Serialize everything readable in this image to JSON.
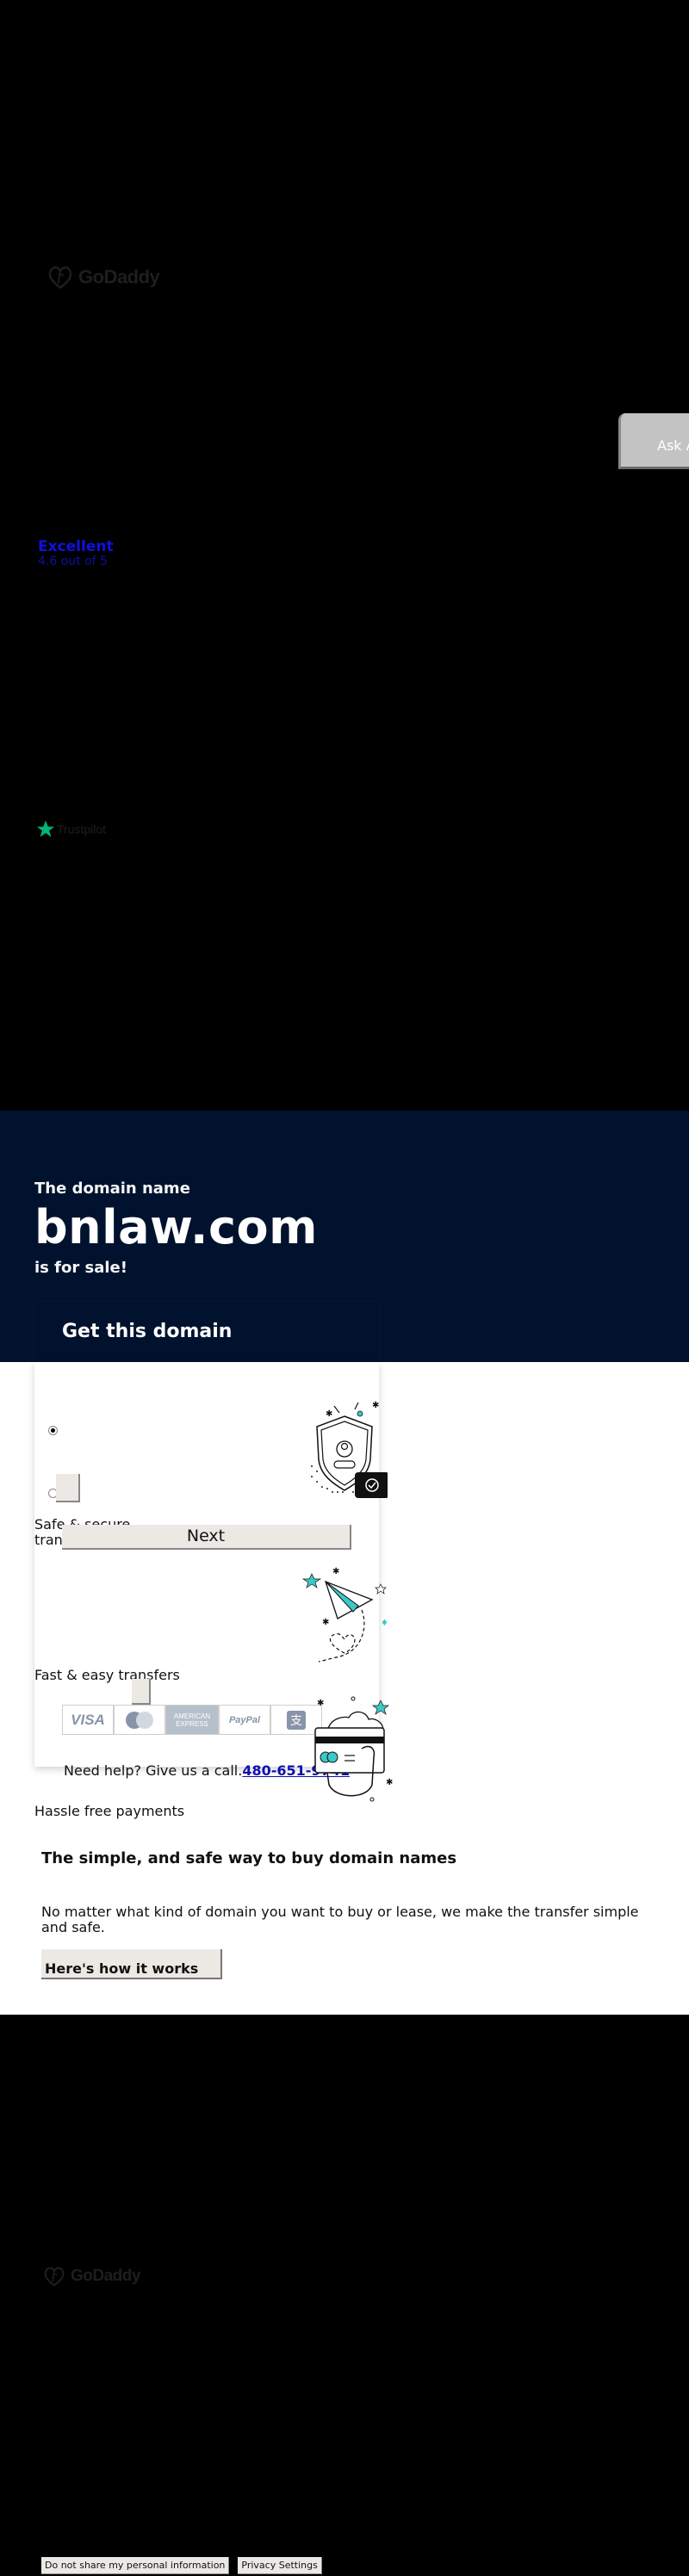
{
  "header": {
    "logo_text": "GoDaddy",
    "ask_button_label": "Ask A"
  },
  "rating": {
    "title": "Excellent",
    "score": "4.6 out of 5",
    "provider": "Trustpilot"
  },
  "hero": {
    "pre_title": "The domain name",
    "domain": "bnlaw.com",
    "post_title": "is for sale!",
    "get_label": "Get this domain"
  },
  "card": {
    "next_label": "Next",
    "features": [
      {
        "label": "Safe & secure transactions"
      },
      {
        "label": "Fast & easy transfers"
      },
      {
        "label": "Hassle free payments"
      }
    ],
    "payment_methods": [
      "VISA",
      "Mastercard",
      "AMERICAN EXPRESS",
      "PayPal",
      "Alipay"
    ],
    "help_text": "Need help? Give us a call.",
    "phone": "480-651-9741"
  },
  "info": {
    "heading": "The simple, and safe way to buy domain names",
    "body": "No matter what kind of domain you want to buy or lease, we make the transfer simple and safe.",
    "how_label": "Here's how it works"
  },
  "footer": {
    "logo_text": "GoDaddy",
    "do_not_share_label": "Do not share my personal information",
    "privacy_label": "Privacy Settings"
  },
  "colors": {
    "hero_bg": "#00122e",
    "link": "#1010b0",
    "trustpilot_green": "#00b67a",
    "accent_teal": "#3cc8c8"
  }
}
